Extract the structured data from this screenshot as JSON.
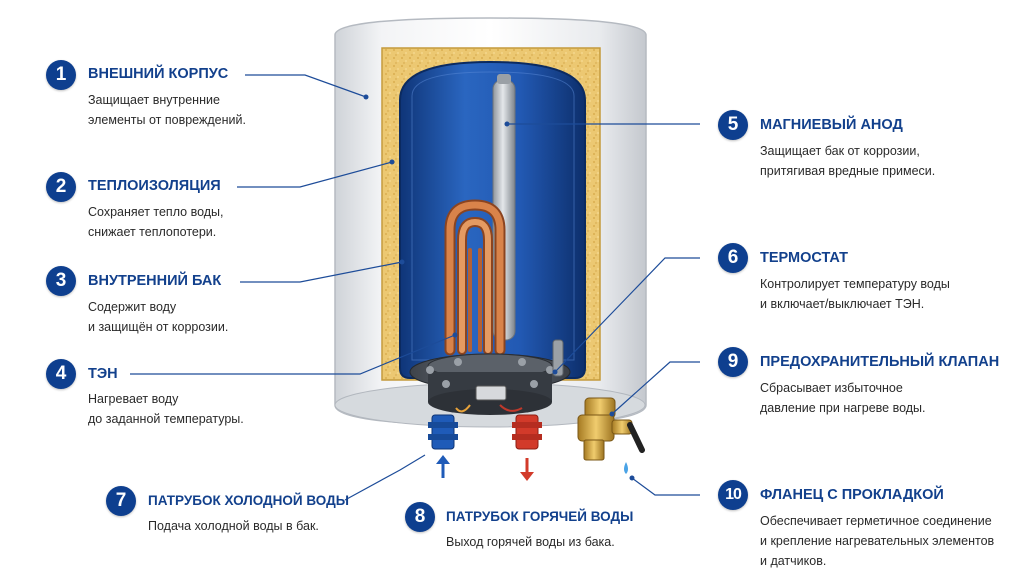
{
  "colors": {
    "accent": "#0e3f8f",
    "title": "#12408c",
    "leader": "#1d4c99",
    "tank_blue": "#1e55ad",
    "insulation": "#e8c470",
    "copper": "#c96e3a",
    "cold": "#1f5bb8",
    "hot": "#d23a2a"
  },
  "callouts": [
    {
      "number": "1",
      "title": "ВНЕШНИЙ КОРПУС",
      "desc1": "Защищает внутренние",
      "desc2": "элементы от повреждений."
    },
    {
      "number": "2",
      "title": "ТЕПЛОИЗОЛЯЦИЯ",
      "desc1": "Сохраняет тепло воды,",
      "desc2": "снижает теплопотери."
    },
    {
      "number": "3",
      "title": "ВНУТРЕННИЙ БАК",
      "desc1": "Содержит воду",
      "desc2": "и защищён от коррозии."
    },
    {
      "number": "4",
      "title": "ТЭН",
      "desc1": "Нагревает воду",
      "desc2": "до заданной температуры."
    },
    {
      "number": "5",
      "title": "МАГНИЕВЫЙ АНОД",
      "desc1": "Защищает бак от коррозии,",
      "desc2": "притягивая вредные примеси."
    },
    {
      "number": "6",
      "title": "ТЕРМОСТАТ",
      "desc1": "Контролирует температуру воды",
      "desc2": "и включает/выключает ТЭН."
    },
    {
      "number": "7",
      "title": "ПАТРУБОК ХОЛОДНОЙ ВОДЫ",
      "desc1": "Подача холодной воды в бак."
    },
    {
      "number": "8",
      "title": "ПАТРУБОК ГОРЯЧЕЙ ВОДЫ",
      "desc1": "Выход горячей воды из бака."
    },
    {
      "number": "9",
      "title": "ПРЕДОХРАНИТЕЛЬНЫЙ КЛАПАН",
      "desc1": "Сбрасывает избыточное",
      "desc2": "давление при нагреве воды."
    },
    {
      "number": "10",
      "title": "ФЛАНЕЦ С ПРОКЛАДКОЙ",
      "desc1": "Обеспечивает герметичное соединение",
      "desc2": "и крепление нагревательных элементов",
      "desc3": "и датчиков."
    }
  ]
}
